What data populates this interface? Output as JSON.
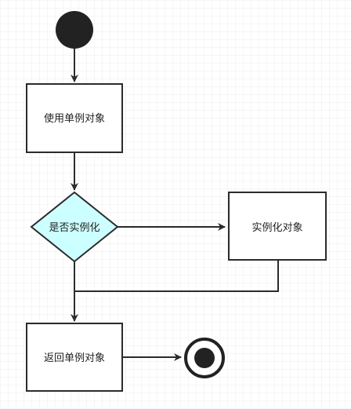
{
  "diagram": {
    "type": "uml-activity",
    "nodes": {
      "start": {
        "kind": "initial"
      },
      "use_singleton": {
        "kind": "action",
        "label": "使用单例对象"
      },
      "is_instantiated": {
        "kind": "decision",
        "label": "是否实例化"
      },
      "instantiate": {
        "kind": "action",
        "label": "实例化对象"
      },
      "return_singleton": {
        "kind": "action",
        "label": "返回单例对象"
      },
      "end": {
        "kind": "final"
      }
    },
    "edges": [
      {
        "from": "start",
        "to": "use_singleton"
      },
      {
        "from": "use_singleton",
        "to": "is_instantiated"
      },
      {
        "from": "is_instantiated",
        "to": "instantiate"
      },
      {
        "from": "is_instantiated",
        "to": "return_singleton"
      },
      {
        "from": "instantiate",
        "to": "return_singleton"
      },
      {
        "from": "return_singleton",
        "to": "end"
      }
    ]
  },
  "colors": {
    "grid_line": "#e9e9e9",
    "stroke": "#2b2b2b",
    "decision_fill": "#ccffff",
    "node_fill": "#ffffff"
  }
}
